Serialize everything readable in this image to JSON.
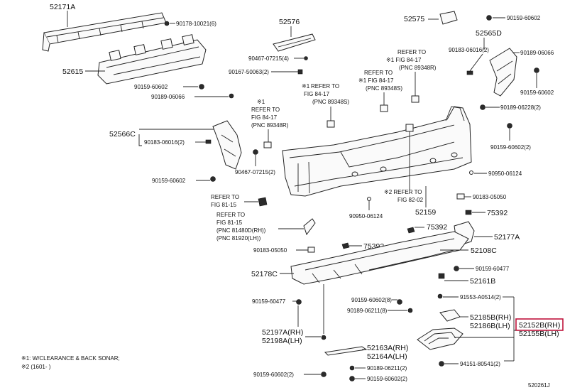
{
  "part_numbers": {
    "p52171A": "52171A",
    "p90178": "90178-10021(6)",
    "p52615": "52615",
    "p52576": "52576",
    "p90467_4": "90467-07215(4)",
    "p90167": "90167-50063(2)",
    "p52575": "52575",
    "p90159_60602_top": "90159-60602",
    "p52565D": "52565D",
    "p90183_60016_2r": "90183-06016(2)",
    "p90189_60066r": "90189-06066",
    "p90159_60602_r2": "90159-60602",
    "p90159_60602_l1": "90159-60602",
    "p90189_06066_l": "90189-06066",
    "p52566C": "52566C",
    "p90183_06016_l": "90183-06016(2)",
    "p90467_2": "90467-07215(2)",
    "p90159_60602_l2": "90159-60602",
    "p90189_06228": "90189-06228(2)",
    "p90159_60602_2r": "90159-60602(2)",
    "p90950_06124r": "90950-06124",
    "p90950_06124b": "90950-06124",
    "p52159": "52159",
    "p90183_05050r": "90183-05050",
    "p75392r": "75392",
    "p52177A": "52177A",
    "p75392m": "75392",
    "p75392l": "75392",
    "p52108C": "52108C",
    "p90183_05050l": "90183-05050",
    "p52178C": "52178C",
    "p90159_60477r": "90159-60477",
    "p52161B": "52161B",
    "p90159_60477l": "90159-60477",
    "p90159_60602_8": "90159-60602(8)",
    "p90189_06211_8": "90189-06211(8)",
    "p91553": "91553-A0514(2)",
    "p52185B": "52185B(RH)",
    "p52186B": "52186B(LH)",
    "p52152B": "52152B(RH)",
    "p52155B": "52155B(LH)",
    "p52197A": "52197A(RH)",
    "p52198A": "52198A(LH)",
    "p52163A": "52163A(RH)",
    "p52164A": "52164A(LH)",
    "p94151": "94151-80541(2)",
    "p90189_06211_2": "90189-06211(2)",
    "p90159_60602_2b": "90159-60602(2)",
    "p90159_60602_2bl": "90159-60602(2)"
  },
  "refs": {
    "r1": [
      "※1",
      "REFER TO",
      "FIG 84-17",
      "(PNC 89348R)"
    ],
    "r2": [
      "※1",
      "REFER TO",
      "FIG 84-17",
      "(PNC 89348S)"
    ],
    "r3": [
      "REFER TO",
      "※1 FIG 84-17",
      "(PNC 89348R)"
    ],
    "r4": [
      "REFER TO",
      "※1 FIG 84-17",
      "(PNC 89348S)"
    ],
    "r5": [
      "REFER TO",
      "FIG 81-15"
    ],
    "r6": [
      "REFER TO",
      "FIG 81-15",
      "(PNC 81480D(RH))",
      "(PNC 81920(LH))"
    ],
    "r7": [
      "※2 REFER TO",
      "FIG 82-02"
    ]
  },
  "footnotes": {
    "n1": "※1: W/CLEARANCE & BACK SONAR;",
    "n2": "※2 (1601-        )"
  },
  "diagram_id": "520261J",
  "highlight_color": "#c0143c"
}
